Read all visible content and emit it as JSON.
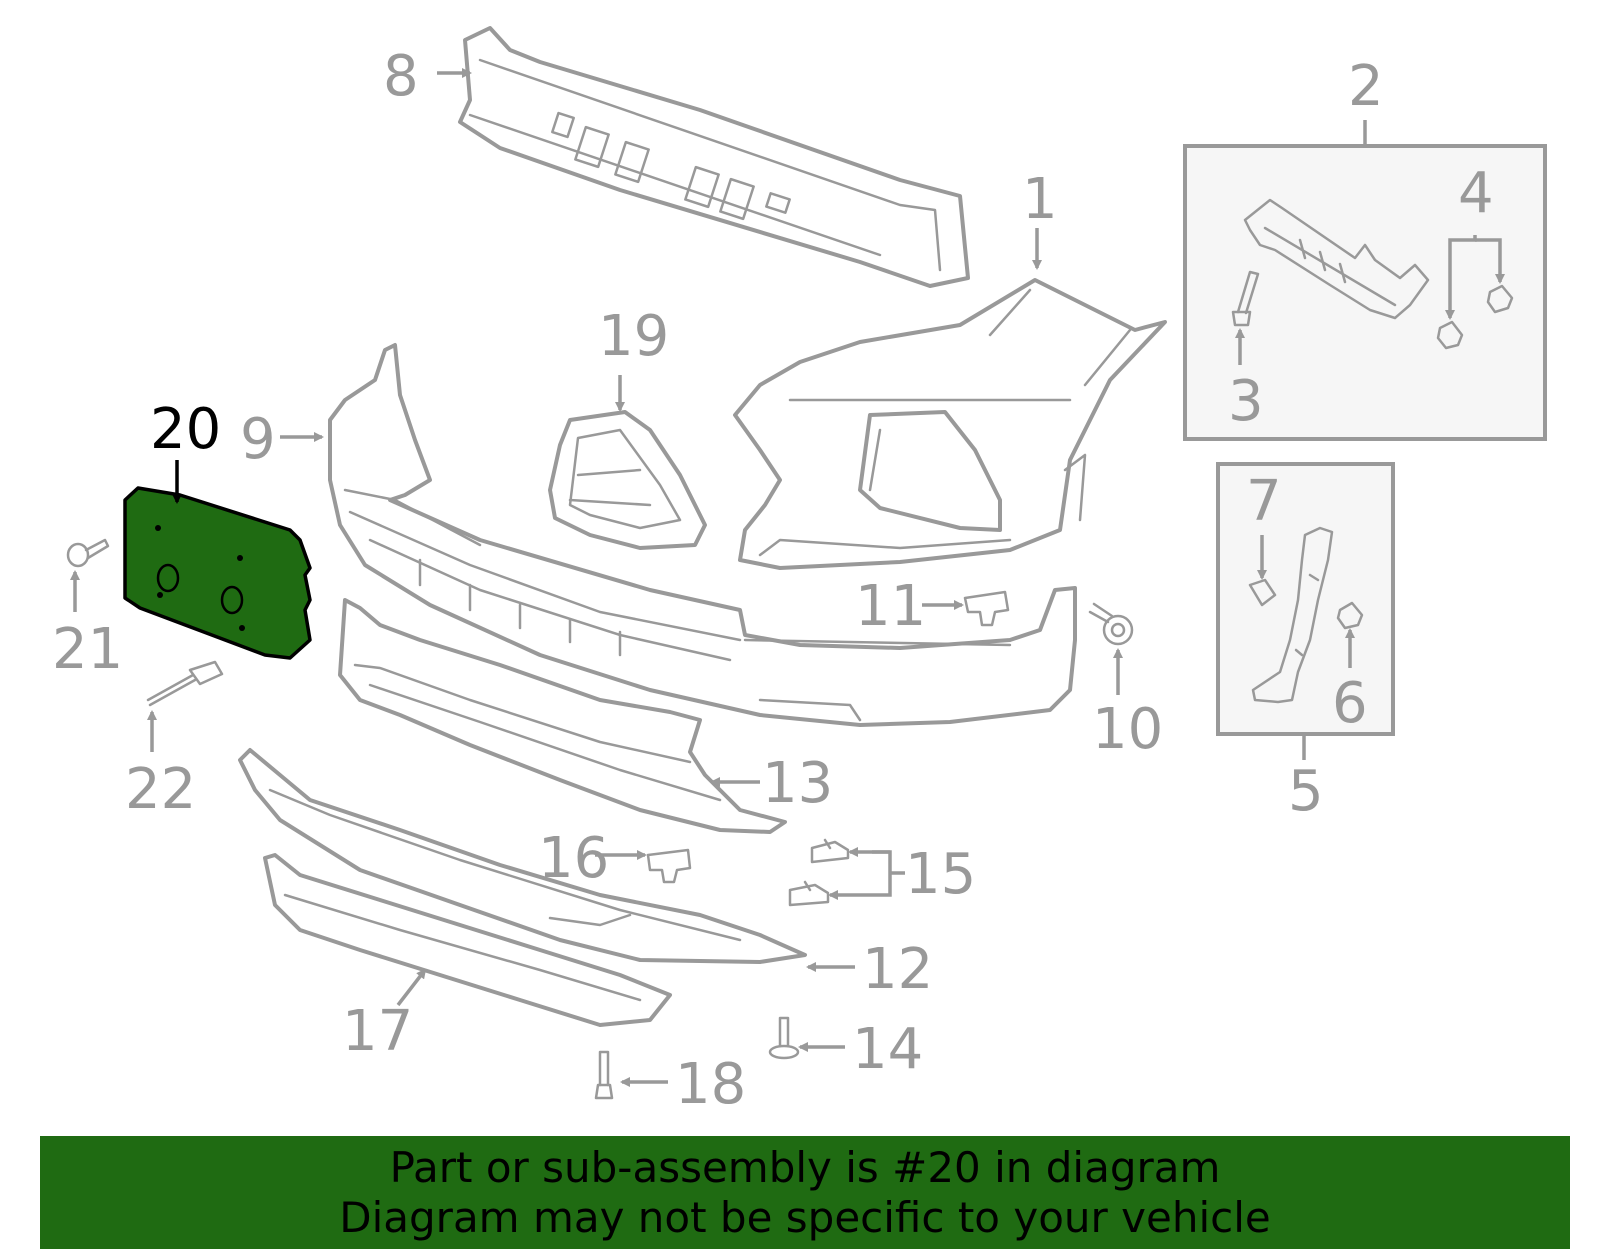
{
  "callouts": {
    "c1": "1",
    "c2": "2",
    "c3": "3",
    "c4": "4",
    "c5": "5",
    "c6": "6",
    "c7": "7",
    "c8": "8",
    "c9": "9",
    "c10": "10",
    "c11": "11",
    "c12": "12",
    "c13": "13",
    "c14": "14",
    "c15": "15",
    "c16": "16",
    "c17": "17",
    "c18": "18",
    "c19": "19",
    "c20": "20",
    "c21": "21",
    "c22": "22"
  },
  "highlight": {
    "part": "20",
    "color": "#1f6b12"
  },
  "banner": {
    "line1": "Part or sub-assembly is #20 in diagram",
    "line2": "Diagram may not be specific to your vehicle",
    "background": "#1f6b12"
  }
}
